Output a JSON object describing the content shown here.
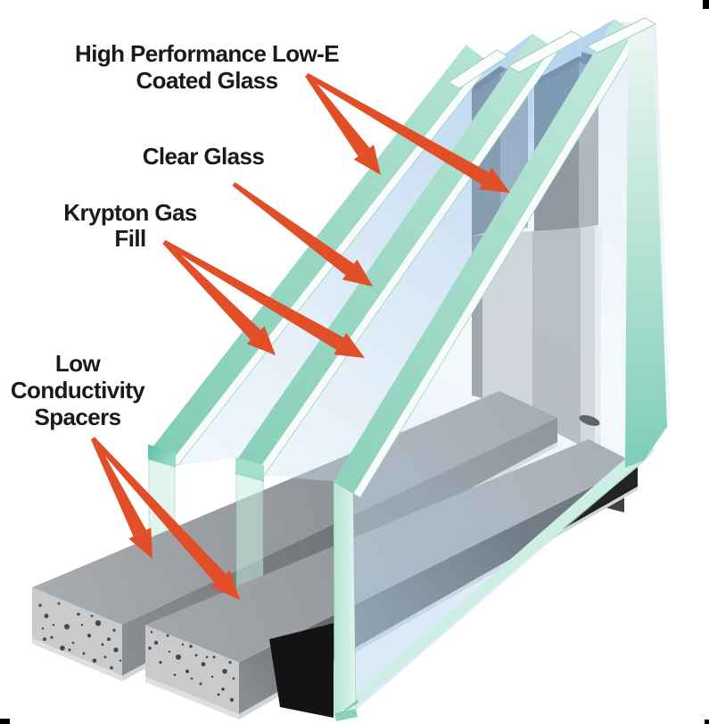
{
  "diagram": {
    "labels": {
      "low_e": {
        "line1": "High Performance Low-E",
        "line2": "Coated Glass"
      },
      "clear": {
        "line1": "Clear Glass"
      },
      "krypton": {
        "line1": "Krypton Gas",
        "line2": "Fill"
      },
      "spacers": {
        "line1": "Low",
        "line2": "Conductivity",
        "line3": "Spacers"
      }
    },
    "colors": {
      "arrow": "#E04F28",
      "label_text": "#1A1A1A",
      "glass_edge_mint": "#9FD9C6",
      "glass_edge_deep": "#7CCDB4",
      "glass_face_blue": "#B9D6EE",
      "front_pane_pale": "#EAF4FB",
      "spacer_column_dark": "#53575C",
      "spacer_bar_gray": "#9EA1A4",
      "spacer_end_speckled": "#C8CACC",
      "frame_light_gray": "#C4C6C9",
      "frame_mid_gray": "#9CA0A3",
      "shadow_black": "#121315",
      "background": "#FFFFFF"
    }
  }
}
